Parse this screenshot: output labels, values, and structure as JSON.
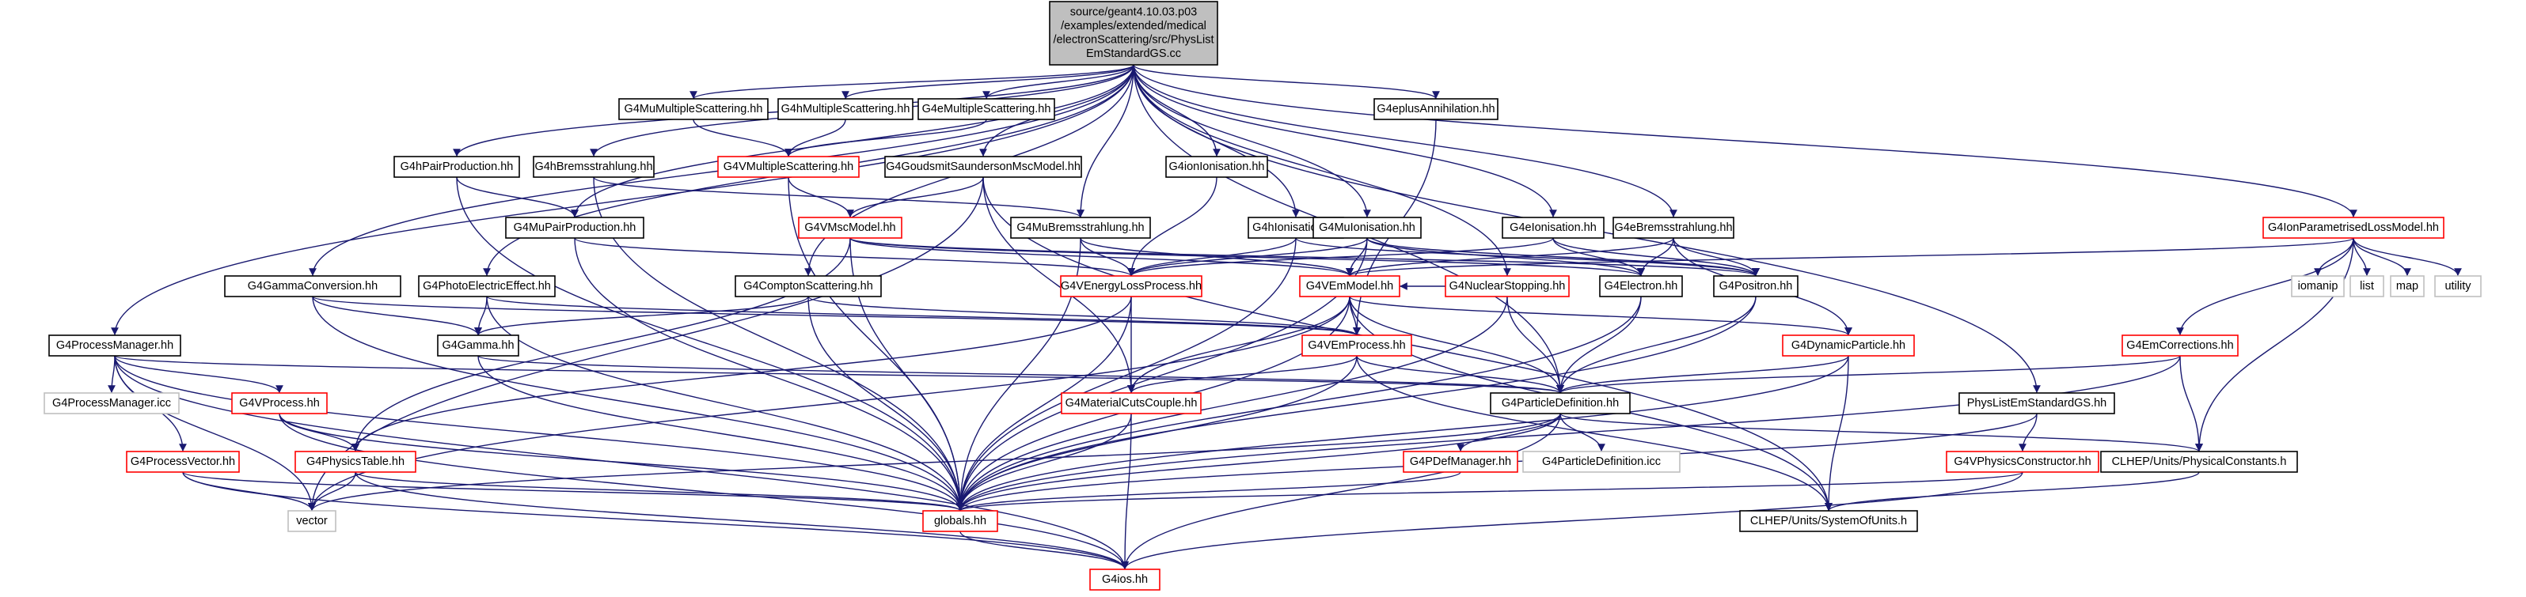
{
  "root": {
    "lines": [
      "source/geant4.10.03.p03",
      "/examples/extended/medical",
      "/electronScattering/src/PhysList",
      "EmStandardGS.cc"
    ]
  },
  "nodes": {
    "muMS": {
      "label": "G4MuMultipleScattering.hh",
      "style": "black"
    },
    "hMS": {
      "label": "G4hMultipleScattering.hh",
      "style": "black"
    },
    "eMS": {
      "label": "G4eMultipleScattering.hh",
      "style": "black"
    },
    "eplusAnn": {
      "label": "G4eplusAnnihilation.hh",
      "style": "black"
    },
    "hPair": {
      "label": "G4hPairProduction.hh",
      "style": "black"
    },
    "hBrem": {
      "label": "G4hBremsstrahlung.hh",
      "style": "black"
    },
    "vMS": {
      "label": "G4VMultipleScattering.hh",
      "style": "red"
    },
    "gsMsc": {
      "label": "G4GoudsmitSaundersonMscModel.hh",
      "style": "black"
    },
    "ionIon": {
      "label": "G4ionIonisation.hh",
      "style": "black"
    },
    "ionParam": {
      "label": "G4IonParametrisedLossModel.hh",
      "style": "red"
    },
    "muPair": {
      "label": "G4MuPairProduction.hh",
      "style": "black"
    },
    "vMsc": {
      "label": "G4VMscModel.hh",
      "style": "red"
    },
    "muBrem": {
      "label": "G4MuBremsstrahlung.hh",
      "style": "black"
    },
    "hIon": {
      "label": "G4hIonisation.hh",
      "style": "black"
    },
    "muIon": {
      "label": "G4MuIonisation.hh",
      "style": "black"
    },
    "eIon": {
      "label": "G4eIonisation.hh",
      "style": "black"
    },
    "eBrem": {
      "label": "G4eBremsstrahlung.hh",
      "style": "black"
    },
    "gConv": {
      "label": "G4GammaConversion.hh",
      "style": "black"
    },
    "photo": {
      "label": "G4PhotoElectricEffect.hh",
      "style": "black"
    },
    "compt": {
      "label": "G4ComptonScattering.hh",
      "style": "black"
    },
    "vEnergyLoss": {
      "label": "G4VEnergyLossProcess.hh",
      "style": "red"
    },
    "vEmModel": {
      "label": "G4VEmModel.hh",
      "style": "red"
    },
    "nuclStop": {
      "label": "G4NuclearStopping.hh",
      "style": "red"
    },
    "electron": {
      "label": "G4Electron.hh",
      "style": "black"
    },
    "positron": {
      "label": "G4Positron.hh",
      "style": "black"
    },
    "iomanip": {
      "label": "iomanip",
      "style": "gray"
    },
    "list": {
      "label": "list",
      "style": "gray"
    },
    "map": {
      "label": "map",
      "style": "gray"
    },
    "utility": {
      "label": "utility",
      "style": "gray"
    },
    "procMgr": {
      "label": "G4ProcessManager.hh",
      "style": "black"
    },
    "gamma": {
      "label": "G4Gamma.hh",
      "style": "black"
    },
    "vEmProc": {
      "label": "G4VEmProcess.hh",
      "style": "red"
    },
    "dynPart": {
      "label": "G4DynamicParticle.hh",
      "style": "red"
    },
    "emCorr": {
      "label": "G4EmCorrections.hh",
      "style": "red"
    },
    "procMgrIcc": {
      "label": "G4ProcessManager.icc",
      "style": "gray"
    },
    "vProcess": {
      "label": "G4VProcess.hh",
      "style": "red"
    },
    "matCuts": {
      "label": "G4MaterialCutsCouple.hh",
      "style": "red"
    },
    "partDef": {
      "label": "G4ParticleDefinition.hh",
      "style": "black"
    },
    "physListGS": {
      "label": "PhysListEmStandardGS.hh",
      "style": "black"
    },
    "procVector": {
      "label": "G4ProcessVector.hh",
      "style": "red"
    },
    "physTable": {
      "label": "G4PhysicsTable.hh",
      "style": "red"
    },
    "pDefMgr": {
      "label": "G4PDefManager.hh",
      "style": "red"
    },
    "partDefIcc": {
      "label": "G4ParticleDefinition.icc",
      "style": "gray"
    },
    "vPhysCtor": {
      "label": "G4VPhysicsConstructor.hh",
      "style": "red"
    },
    "physConst": {
      "label": "CLHEP/Units/PhysicalConstants.h",
      "style": "black"
    },
    "vector": {
      "label": "vector",
      "style": "gray"
    },
    "globals": {
      "label": "globals.hh",
      "style": "red"
    },
    "sysUnits": {
      "label": "CLHEP/Units/SystemOfUnits.h",
      "style": "black"
    },
    "g4ios": {
      "label": "G4ios.hh",
      "style": "red"
    }
  },
  "edges": [
    [
      "root",
      "muMS"
    ],
    [
      "root",
      "hMS"
    ],
    [
      "root",
      "eMS"
    ],
    [
      "root",
      "eplusAnn"
    ],
    [
      "root",
      "hPair"
    ],
    [
      "root",
      "hBrem"
    ],
    [
      "root",
      "gsMsc"
    ],
    [
      "root",
      "ionIon"
    ],
    [
      "root",
      "ionParam"
    ],
    [
      "root",
      "muPair"
    ],
    [
      "root",
      "muBrem"
    ],
    [
      "root",
      "hIon"
    ],
    [
      "root",
      "muIon"
    ],
    [
      "root",
      "eIon"
    ],
    [
      "root",
      "eBrem"
    ],
    [
      "root",
      "gConv"
    ],
    [
      "root",
      "photo"
    ],
    [
      "root",
      "compt"
    ],
    [
      "root",
      "nuclStop"
    ],
    [
      "root",
      "procMgr"
    ],
    [
      "root",
      "physListGS"
    ],
    [
      "root",
      "partDef"
    ],
    [
      "muMS",
      "vMS"
    ],
    [
      "hMS",
      "vMS"
    ],
    [
      "eMS",
      "vMS"
    ],
    [
      "vMS",
      "vMsc"
    ],
    [
      "vMS",
      "globals"
    ],
    [
      "gsMsc",
      "vMsc"
    ],
    [
      "gsMsc",
      "matCuts"
    ],
    [
      "gsMsc",
      "sysUnits"
    ],
    [
      "gsMsc",
      "vector"
    ],
    [
      "eplusAnn",
      "vEmProc"
    ],
    [
      "ionIon",
      "vEnergyLoss"
    ],
    [
      "hPair",
      "muPair"
    ],
    [
      "hPair",
      "globals"
    ],
    [
      "hBrem",
      "muBrem"
    ],
    [
      "hBrem",
      "globals"
    ],
    [
      "muPair",
      "vEnergyLoss"
    ],
    [
      "muPair",
      "globals"
    ],
    [
      "vMsc",
      "vEmModel"
    ],
    [
      "vMsc",
      "physTable"
    ],
    [
      "vMsc",
      "globals"
    ],
    [
      "vMsc",
      "electron"
    ],
    [
      "vMsc",
      "positron"
    ],
    [
      "muBrem",
      "vEnergyLoss"
    ],
    [
      "muBrem",
      "globals"
    ],
    [
      "muBrem",
      "vEmModel"
    ],
    [
      "hIon",
      "vEnergyLoss"
    ],
    [
      "hIon",
      "globals"
    ],
    [
      "hIon",
      "positron"
    ],
    [
      "muIon",
      "vEnergyLoss"
    ],
    [
      "muIon",
      "vEmModel"
    ],
    [
      "muIon",
      "globals"
    ],
    [
      "muIon",
      "electron"
    ],
    [
      "muIon",
      "positron"
    ],
    [
      "eIon",
      "vEnergyLoss"
    ],
    [
      "eIon",
      "electron"
    ],
    [
      "eIon",
      "positron"
    ],
    [
      "eBrem",
      "vEmModel"
    ],
    [
      "eBrem",
      "electron"
    ],
    [
      "eBrem",
      "positron"
    ],
    [
      "eBrem",
      "dynPart"
    ],
    [
      "ionParam",
      "vEmModel"
    ],
    [
      "ionParam",
      "emCorr"
    ],
    [
      "ionParam",
      "physConst"
    ],
    [
      "ionParam",
      "iomanip"
    ],
    [
      "ionParam",
      "list"
    ],
    [
      "ionParam",
      "map"
    ],
    [
      "ionParam",
      "utility"
    ],
    [
      "gConv",
      "gamma"
    ],
    [
      "gConv",
      "vEmProc"
    ],
    [
      "gConv",
      "globals"
    ],
    [
      "photo",
      "gamma"
    ],
    [
      "photo",
      "vEmProc"
    ],
    [
      "photo",
      "globals"
    ],
    [
      "compt",
      "gamma"
    ],
    [
      "compt",
      "vEmProc"
    ],
    [
      "compt",
      "globals"
    ],
    [
      "vEnergyLoss",
      "matCuts"
    ],
    [
      "vEnergyLoss",
      "physTable"
    ],
    [
      "vEnergyLoss",
      "globals"
    ],
    [
      "vEmModel",
      "vEmProc"
    ],
    [
      "vEmModel",
      "partDef"
    ],
    [
      "vEmModel",
      "matCuts"
    ],
    [
      "vEmModel",
      "globals"
    ],
    [
      "vEmModel",
      "dynPart"
    ],
    [
      "vEmModel",
      "vector"
    ],
    [
      "vEmModel",
      "sysUnits"
    ],
    [
      "nuclStop",
      "vEmModel"
    ],
    [
      "nuclStop",
      "partDef"
    ],
    [
      "nuclStop",
      "globals"
    ],
    [
      "electron",
      "partDef"
    ],
    [
      "electron",
      "globals"
    ],
    [
      "positron",
      "partDef"
    ],
    [
      "positron",
      "globals"
    ],
    [
      "procMgr",
      "procMgrIcc"
    ],
    [
      "procMgr",
      "vProcess"
    ],
    [
      "procMgr",
      "procVector"
    ],
    [
      "procMgr",
      "partDef"
    ],
    [
      "procMgr",
      "globals"
    ],
    [
      "procMgr",
      "vector"
    ],
    [
      "procMgr",
      "g4ios"
    ],
    [
      "gamma",
      "partDef"
    ],
    [
      "gamma",
      "globals"
    ],
    [
      "vEmProc",
      "matCuts"
    ],
    [
      "vEmProc",
      "partDef"
    ],
    [
      "vEmProc",
      "globals"
    ],
    [
      "vEmProc",
      "sysUnits"
    ],
    [
      "dynPart",
      "partDef"
    ],
    [
      "dynPart",
      "globals"
    ],
    [
      "dynPart",
      "sysUnits"
    ],
    [
      "emCorr",
      "partDef"
    ],
    [
      "emCorr",
      "physConst"
    ],
    [
      "emCorr",
      "globals"
    ],
    [
      "vProcess",
      "physTable"
    ],
    [
      "vProcess",
      "globals"
    ],
    [
      "vProcess",
      "g4ios"
    ],
    [
      "matCuts",
      "globals"
    ],
    [
      "matCuts",
      "g4ios"
    ],
    [
      "partDef",
      "pDefMgr"
    ],
    [
      "partDef",
      "partDefIcc"
    ],
    [
      "partDef",
      "globals"
    ],
    [
      "partDef",
      "vector"
    ],
    [
      "partDef",
      "g4ios"
    ],
    [
      "partDef",
      "physConst"
    ],
    [
      "physListGS",
      "vPhysCtor"
    ],
    [
      "physListGS",
      "globals"
    ],
    [
      "procVector",
      "vector"
    ],
    [
      "procVector",
      "globals"
    ],
    [
      "procVector",
      "g4ios"
    ],
    [
      "physTable",
      "vector"
    ],
    [
      "physTable",
      "globals"
    ],
    [
      "physTable",
      "g4ios"
    ],
    [
      "pDefMgr",
      "globals"
    ],
    [
      "vPhysCtor",
      "globals"
    ],
    [
      "vPhysCtor",
      "g4ios"
    ],
    [
      "physConst",
      "sysUnits"
    ],
    [
      "globals",
      "g4ios"
    ]
  ]
}
